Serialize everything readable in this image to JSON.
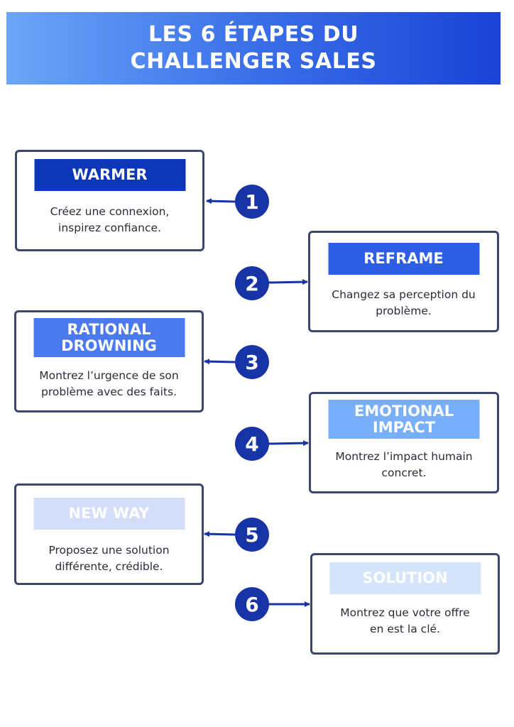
{
  "header": {
    "title_line1": "LES 6 ÉTAPES DU",
    "title_line2": "CHALLENGER SALES"
  },
  "steps": [
    {
      "number": "1",
      "label_lines": [
        "WARMER"
      ],
      "label_color": "#0d36b8",
      "description_lines": [
        "Créez une connexion,",
        "inspirez confiance."
      ],
      "side": "left"
    },
    {
      "number": "2",
      "label_lines": [
        "REFRAME"
      ],
      "label_color": "#2f5ee6",
      "description_lines": [
        "Changez sa perception du",
        "problème."
      ],
      "side": "right"
    },
    {
      "number": "3",
      "label_lines": [
        "RATIONAL",
        "DROWNING"
      ],
      "label_color": "#4b79ee",
      "description_lines": [
        "Montrez l’urgence de son",
        "problème avec des faits."
      ],
      "side": "left"
    },
    {
      "number": "4",
      "label_lines": [
        "EMOTIONAL",
        "IMPACT"
      ],
      "label_color": "#78aefa",
      "description_lines": [
        "Montrez l’impact humain",
        "concret."
      ],
      "side": "right"
    },
    {
      "number": "5",
      "label_lines": [
        "NEW WAY"
      ],
      "label_color": "#d3ddf8",
      "description_lines": [
        "Proposez une solution",
        "différente, crédible."
      ],
      "side": "left"
    },
    {
      "number": "6",
      "label_lines": [
        "SOLUTION"
      ],
      "label_color": "#d4e4fa",
      "description_lines": [
        "Montrez que votre offre",
        "en est la clé."
      ],
      "side": "right"
    }
  ],
  "colors": {
    "circle": "#1634a6",
    "arrow": "#1634a6",
    "card_border": "#3c4670",
    "banner_start": "#6aa6f8",
    "banner_end": "#1a43d6"
  }
}
